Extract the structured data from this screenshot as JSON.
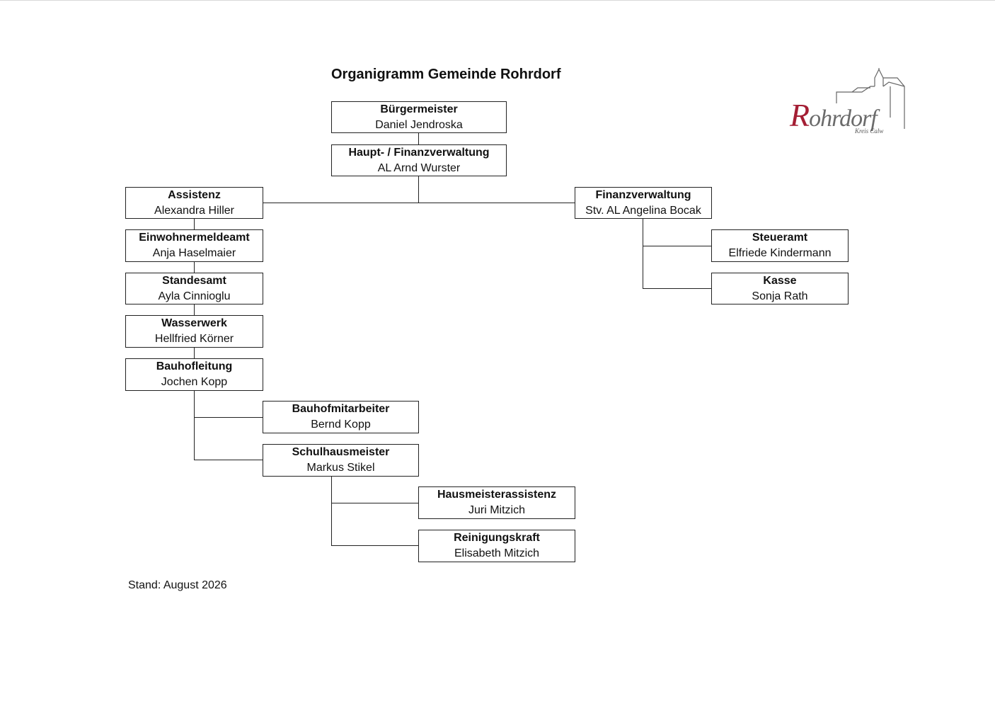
{
  "title": "Organigramm Gemeinde Rohrdorf",
  "logo": {
    "letters": [
      "R",
      "ohrdorf"
    ],
    "subtitle": "Kreis Calw",
    "accent_color": "#a41e34",
    "text_color": "#6b6b6b",
    "icon": "church-outline-icon"
  },
  "units": {
    "buergermeister": {
      "role": "Bürgermeister",
      "person": "Daniel Jendroska"
    },
    "haupt_finanz": {
      "role": "Haupt- / Finanzverwaltung",
      "person": "AL Arnd Wurster"
    },
    "assistenz": {
      "role": "Assistenz",
      "person": "Alexandra Hiller"
    },
    "einwohnermeldeamt": {
      "role": "Einwohnermeldeamt",
      "person": "Anja Haselmaier"
    },
    "standesamt": {
      "role": "Standesamt",
      "person": "Ayla Cinnioglu"
    },
    "wasserwerk": {
      "role": "Wasserwerk",
      "person": "Hellfried Körner"
    },
    "bauhofleitung": {
      "role": "Bauhofleitung",
      "person": "Jochen Kopp"
    },
    "bauhofmitarbeiter": {
      "role": "Bauhofmitarbeiter",
      "person": "Bernd Kopp"
    },
    "schulhausmeister": {
      "role": "Schulhausmeister",
      "person": "Markus Stikel"
    },
    "hausmeisterassistenz": {
      "role": "Hausmeisterassistenz",
      "person": "Juri Mitzich"
    },
    "reinigungskraft": {
      "role": "Reinigungskraft",
      "person": "Elisabeth Mitzich"
    },
    "finanzverwaltung": {
      "role": "Finanzverwaltung",
      "person": "Stv. AL Angelina Bocak"
    },
    "steueramt": {
      "role": "Steueramt",
      "person": "Elfriede Kindermann"
    },
    "kasse": {
      "role": "Kasse",
      "person": "Sonja Rath"
    }
  },
  "stand": "Stand: August 2026"
}
